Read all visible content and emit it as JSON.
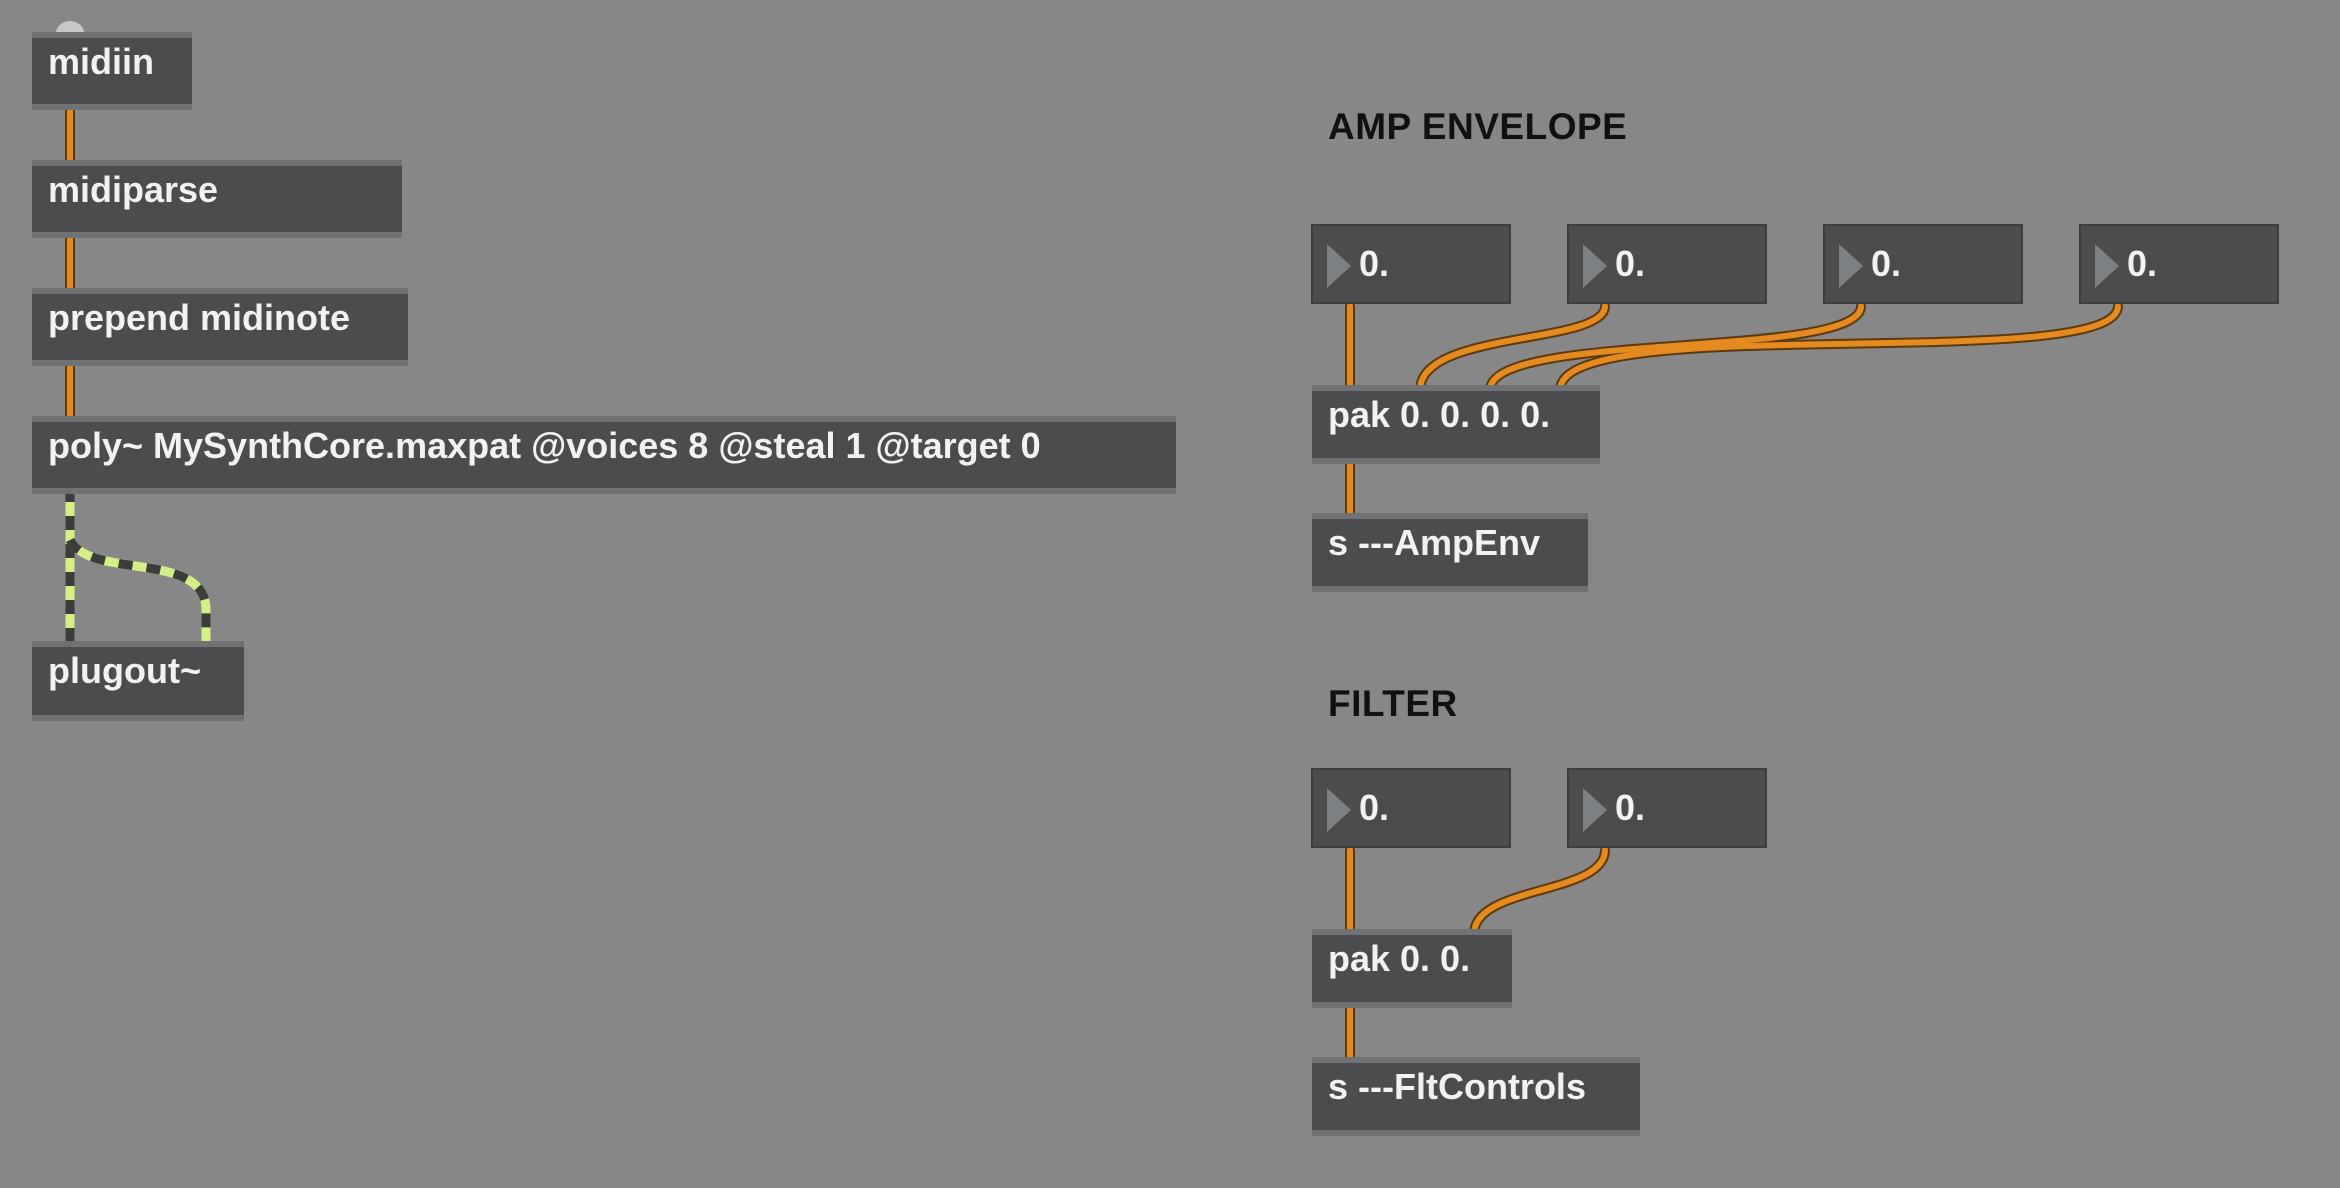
{
  "colors": {
    "canvas": "#878787",
    "object_fill": "#4a4c4d",
    "object_border": "#6f7172",
    "text": "#f2f2f2",
    "control_cord": "#e48a1e",
    "signal_cord_a": "#d3ef85",
    "signal_cord_b": "#3b3d3a",
    "inlet": "#f2a8a0",
    "outlet": "#d7eb79"
  },
  "objects": {
    "midiin": "midiin",
    "midiparse": "midiparse",
    "prepend": "prepend midinote",
    "poly": "poly~ MySynthCore.maxpat @voices 8 @steal 1 @target 0",
    "plugout": "plugout~",
    "pak_amp": "pak 0. 0. 0. 0.",
    "send_amp": "s ---AmpEnv",
    "pak_filter": "pak 0. 0.",
    "send_filter": "s ---FltControls"
  },
  "comments": {
    "amp": "AMP ENVELOPE",
    "filter": "FILTER"
  },
  "number_boxes": {
    "amp": [
      "0.",
      "0.",
      "0.",
      "0."
    ],
    "filter": [
      "0.",
      "0."
    ]
  }
}
